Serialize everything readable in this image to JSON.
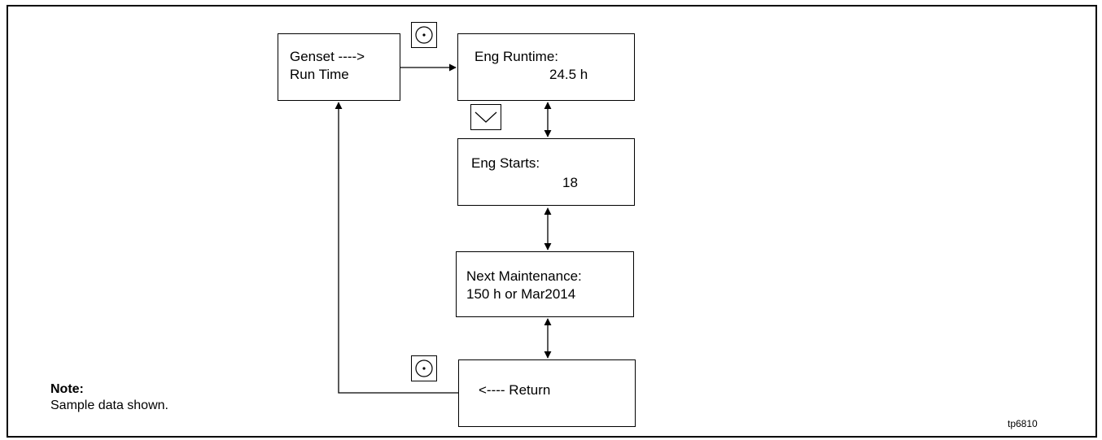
{
  "screens": {
    "genset_menu": {
      "line1": "Genset ---->",
      "line2": "Run Time"
    },
    "eng_runtime": {
      "line1": "Eng Runtime:",
      "line2": "24.5 h"
    },
    "eng_starts": {
      "line1": "Eng Starts:",
      "line2": "18"
    },
    "next_maintenance": {
      "line1": "Next Maintenance:",
      "line2": "150 h or Mar2014"
    },
    "return": {
      "line1": "<---- Return"
    }
  },
  "keys": {
    "select_top": "select-dial-icon",
    "down": "down-arrow-key-icon",
    "select_bottom": "select-dial-icon"
  },
  "note": {
    "title": "Note:",
    "text": "Sample data shown."
  },
  "figure_code": "tp6810"
}
